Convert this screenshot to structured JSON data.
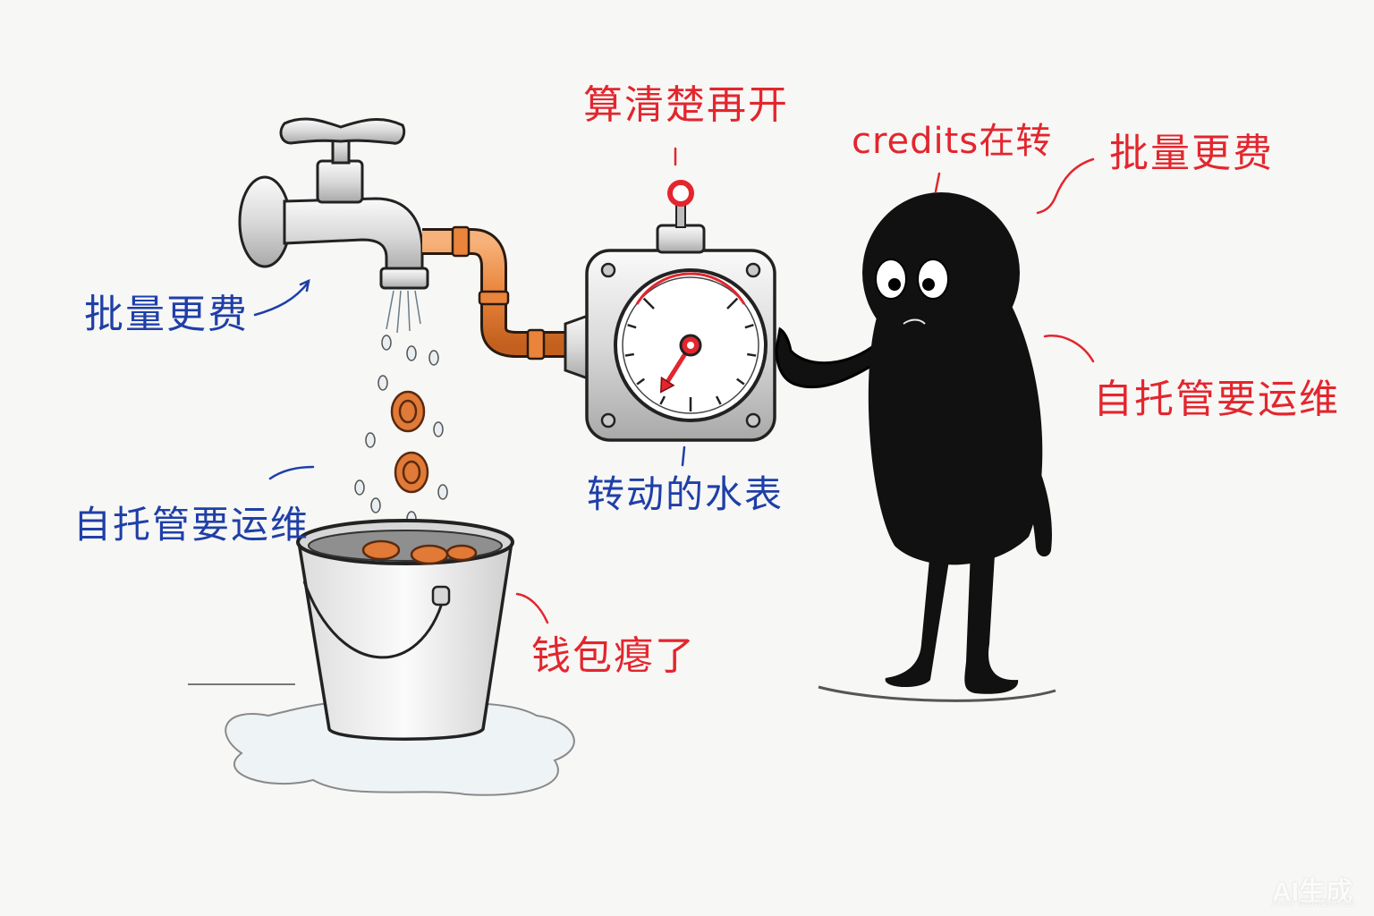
{
  "labels": {
    "calc_first": "算清楚再开",
    "credits_running": "credits在转",
    "batch_more_expensive_right": "批量更费",
    "batch_more_expensive_left": "批量更费",
    "self_host_ops_right": "自托管要运维",
    "self_host_ops_left": "自托管要运维",
    "spinning_meter": "转动的水表",
    "wallet_empty": "钱包瘪了"
  },
  "watermark": {
    "main": "AI生成",
    "sub": "AIGC GENERATED"
  },
  "colors": {
    "red_label": "#e3262e",
    "blue_label": "#1f3fa8",
    "copper_pipe": "#e9843a",
    "coin": "#e07a36",
    "figure": "#111111",
    "background": "#f7f7f5"
  },
  "gauge": {
    "needle_level": 0.62
  }
}
